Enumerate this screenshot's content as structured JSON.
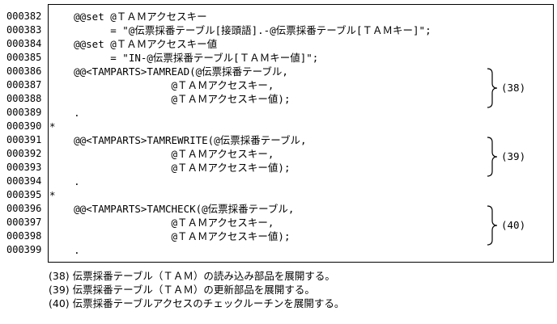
{
  "listing": {
    "lines": [
      {
        "num": "000382",
        "text": "    @@set @ＴＡＭアクセスキー"
      },
      {
        "num": "000383",
        "text": "          = \"@伝票採番テーブル[接頭語].-@伝票採番テーブル[ＴＡＭキー]\";"
      },
      {
        "num": "000384",
        "text": "    @@set @ＴＡＭアクセスキー値"
      },
      {
        "num": "000385",
        "text": "          = \"IN-@伝票採番テーブル[ＴＡＭキー値]\";"
      },
      {
        "num": "000386",
        "text": "    @@<TAMPARTS>TAMREAD(@伝票採番テーブル,"
      },
      {
        "num": "000387",
        "text": "                    @ＴＡＭアクセスキー,"
      },
      {
        "num": "000388",
        "text": "                    @ＴＡＭアクセスキー値);"
      },
      {
        "num": "000389",
        "text": "    ."
      },
      {
        "num": "000390",
        "text": "*"
      },
      {
        "num": "000391",
        "text": "    @@<TAMPARTS>TAMREWRITE(@伝票採番テーブル,"
      },
      {
        "num": "000392",
        "text": "                    @ＴＡＭアクセスキー,"
      },
      {
        "num": "000393",
        "text": "                    @ＴＡＭアクセスキー値);"
      },
      {
        "num": "000394",
        "text": "    ."
      },
      {
        "num": "000395",
        "text": "*"
      },
      {
        "num": "000396",
        "text": "    @@<TAMPARTS>TAMCHECK(@伝票採番テーブル,"
      },
      {
        "num": "000397",
        "text": "                    @ＴＡＭアクセスキー,"
      },
      {
        "num": "000398",
        "text": "                    @ＴＡＭアクセスキー値);"
      },
      {
        "num": "000399",
        "text": "    ."
      }
    ],
    "brace_labels": [
      "(38)",
      "(39)",
      "(40)"
    ]
  },
  "notes": [
    "(38) 伝票採番テーブル（ＴＡＭ）の読み込み部品を展開する。",
    "(39) 伝票採番テーブル（ＴＡＭ）の更新部品を展開する。",
    "(40) 伝票採番テーブルアクセスのチェックルーチンを展開する。"
  ]
}
